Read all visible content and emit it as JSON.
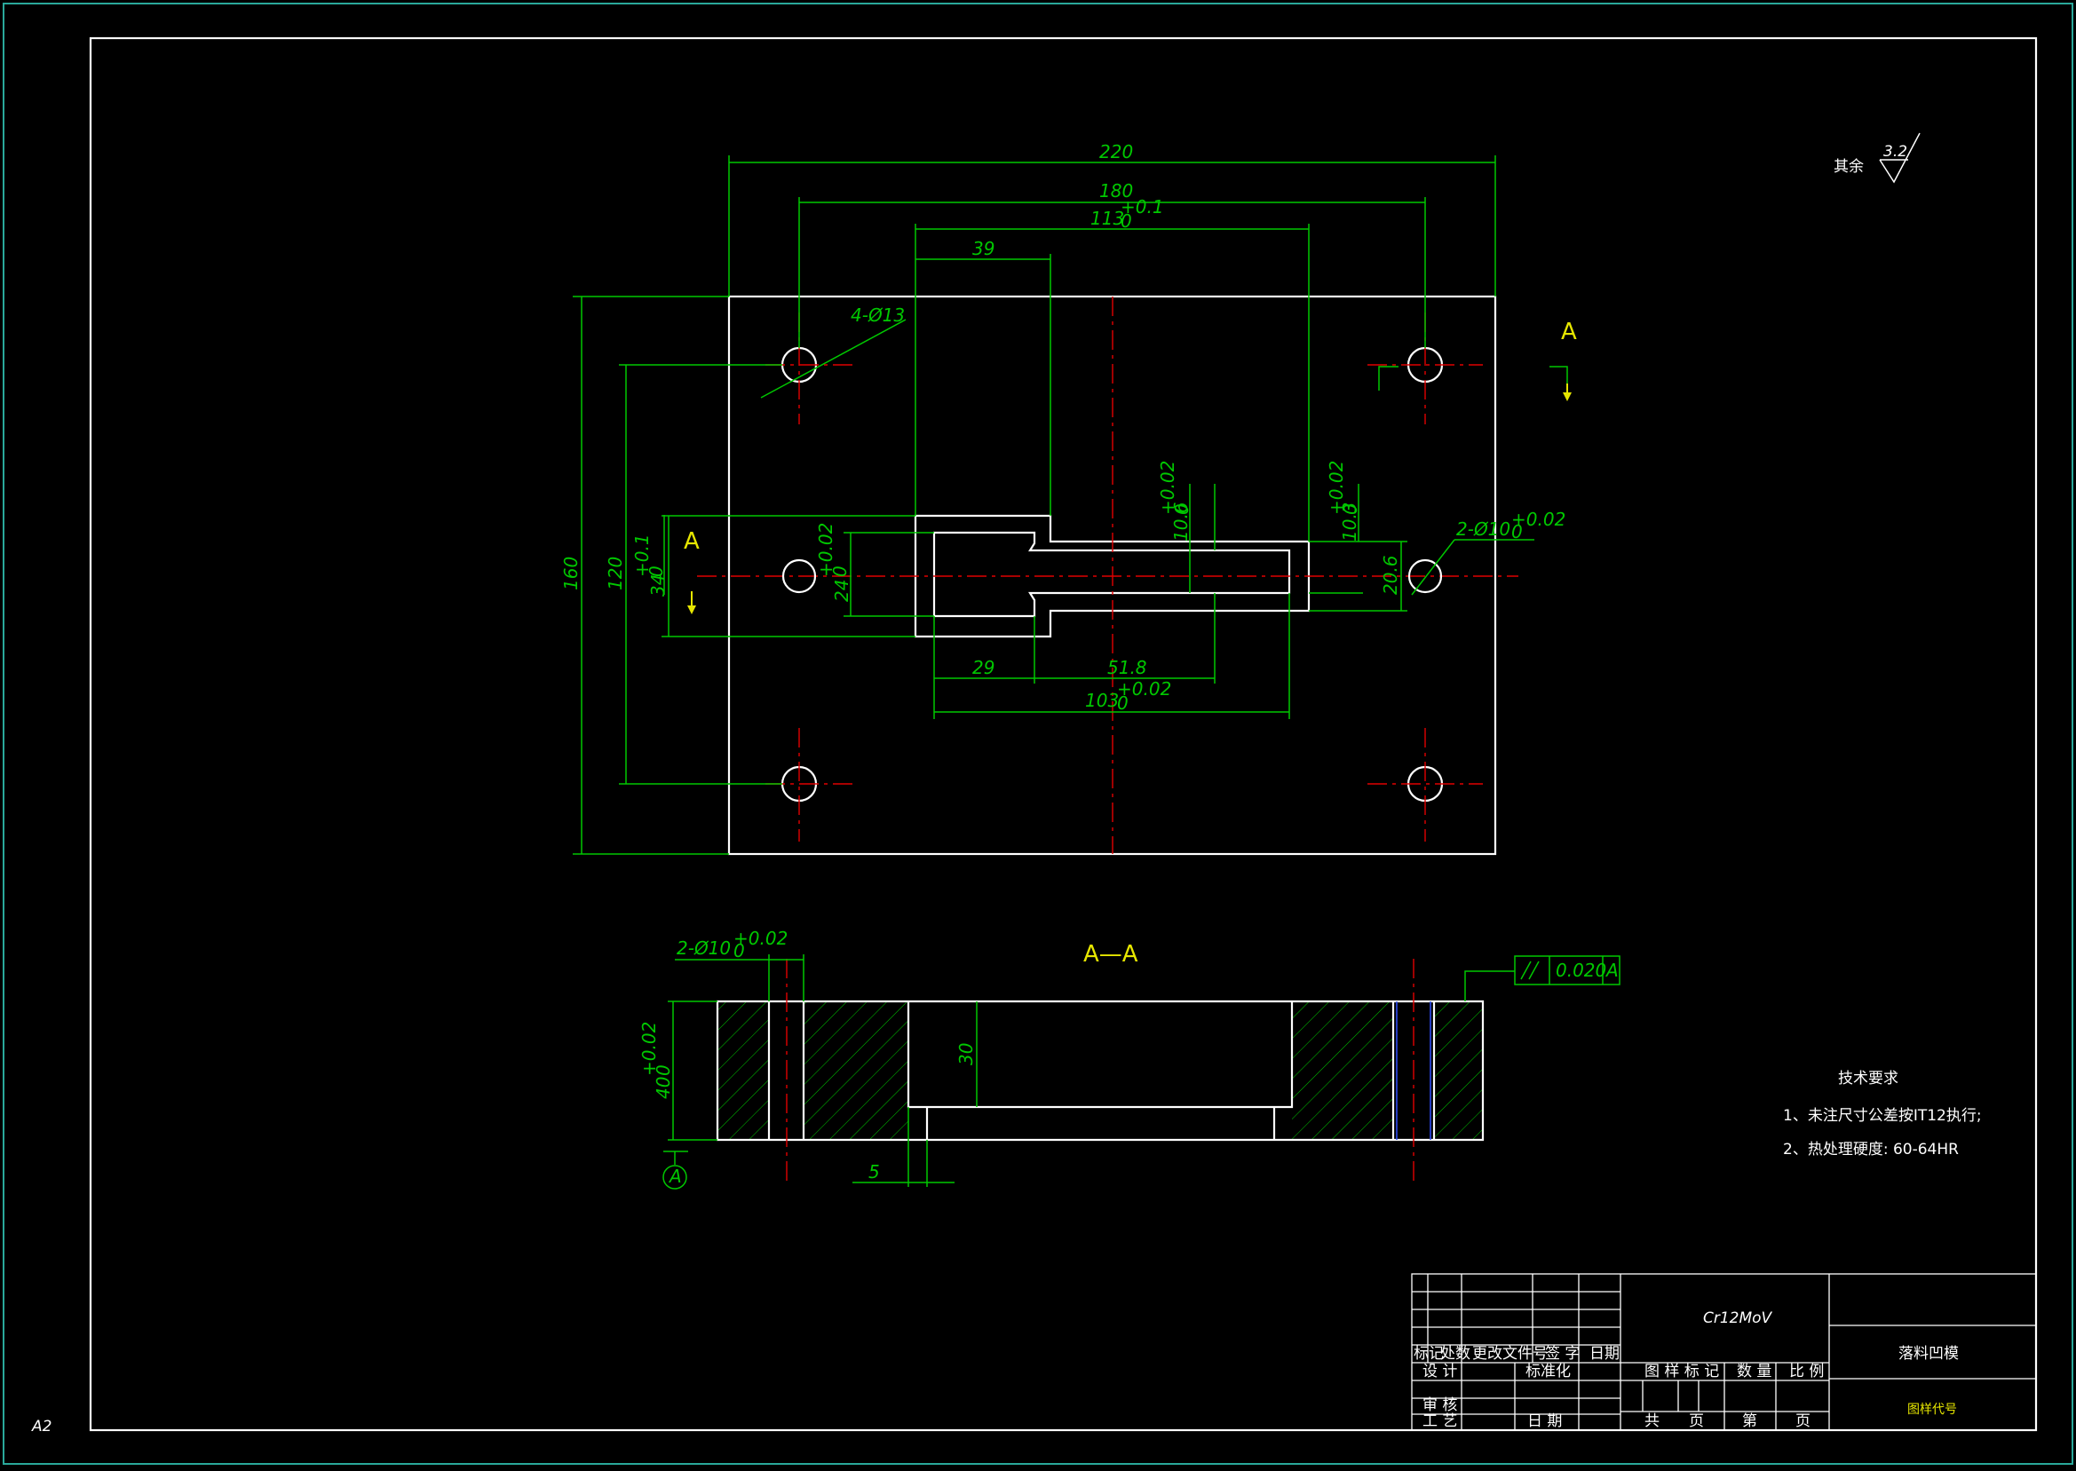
{
  "drawing": {
    "sheet_size": "A2",
    "section_label": "A",
    "section_title": "A—A",
    "surface_finish": {
      "label": "其余",
      "value": "3.2"
    },
    "dimensions": {
      "overall_width": "220",
      "hole_spacing_x": "180",
      "slot_length": "113",
      "slot_length_tol": "+0.1",
      "slot_length_tol_low": "0",
      "slot_step": "39",
      "overall_height": "160",
      "hole_spacing_y": "120",
      "slot_height": "34",
      "slot_height_tol": "+0.1",
      "slot_height_tol_low": "0",
      "inner_height": "24",
      "inner_height_tol": "+0.02",
      "inner_height_tol_low": "0",
      "offset_a": "10.6",
      "offset_a_tol": "+0.02",
      "offset_a_tol_low": "0",
      "offset_b": "10.3",
      "offset_b_tol": "+0.02",
      "offset_b_tol_low": "0",
      "narrow_width": "20.6",
      "seg_29": "29",
      "seg_51_8": "51.8",
      "inner_length": "103",
      "inner_length_tol": "+0.02",
      "inner_length_tol_low": "0",
      "bolt_holes": "4-Ø13",
      "pin_holes": "2-Ø10",
      "pin_holes_tol": "+0.02",
      "pin_holes_tol_low": "0",
      "thickness": "40",
      "thickness_tol": "+0.02",
      "thickness_tol_low": "0",
      "pocket_depth": "30",
      "step_5": "5",
      "datum": "A",
      "parallelism_value": "0.020",
      "parallelism_datum": "A"
    },
    "tech_requirements": {
      "title": "技术要求",
      "item1": "1、未注尺寸公差按IT12执行;",
      "item2": "2、热处理硬度: 60-64HR"
    }
  },
  "title_block": {
    "material": "Cr12MoV",
    "part_name": "落料凹模",
    "drawing_no": "图样代号",
    "labels": {
      "mark": "标记",
      "count": "处数",
      "change_doc": "更改文件号",
      "sign": "签 字",
      "date": "日期",
      "design": "设 计",
      "standardize": "标准化",
      "review": "审 核",
      "process": "工 艺",
      "date2": "日 期",
      "sample_mark": "图 样 标 记",
      "quantity": "数 量",
      "scale": "比 例",
      "total": "共",
      "page": "页",
      "sheet_no": "第",
      "page2": "页"
    }
  },
  "colors": {
    "outline": "#ffffff",
    "dimension": "#00c800",
    "centerline": "#e00000",
    "label": "#e6e600",
    "background": "#000000"
  }
}
